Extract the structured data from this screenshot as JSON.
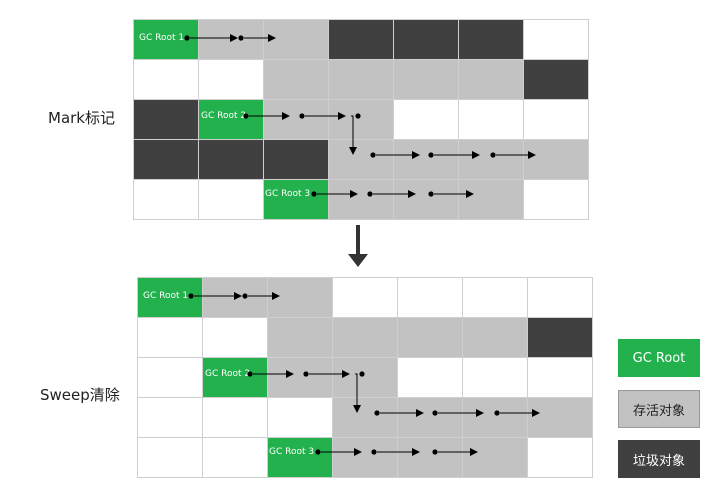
{
  "sections": {
    "mark_label": "Mark标记",
    "sweep_label": "Sweep清除"
  },
  "roots": {
    "root1": "GC Root 1",
    "root2": "GC Root 2",
    "root3": "GC Root 3"
  },
  "legend": {
    "gc_root": "GC Root",
    "live": "存活对象",
    "garbage": "垃圾对象"
  },
  "colors": {
    "gc_root": "#23b14d",
    "live": "#c2c2c2",
    "garbage": "#404040",
    "free": "#ffffff"
  },
  "mark_grid": [
    [
      "g",
      "l",
      "l",
      "d",
      "d",
      "d",
      "w"
    ],
    [
      "w",
      "w",
      "l",
      "l",
      "l",
      "l",
      "d"
    ],
    [
      "d",
      "g",
      "l",
      "l",
      "w",
      "w",
      "w"
    ],
    [
      "d",
      "d",
      "d",
      "l",
      "l",
      "l",
      "l"
    ],
    [
      "w",
      "w",
      "g",
      "l",
      "l",
      "l",
      "w"
    ]
  ],
  "sweep_grid": [
    [
      "g",
      "l",
      "l",
      "w",
      "w",
      "w",
      "w"
    ],
    [
      "w",
      "w",
      "l",
      "l",
      "l",
      "l",
      "d"
    ],
    [
      "w",
      "g",
      "l",
      "l",
      "w",
      "w",
      "w"
    ],
    [
      "w",
      "w",
      "w",
      "l",
      "l",
      "l",
      "l"
    ],
    [
      "w",
      "w",
      "g",
      "l",
      "l",
      "l",
      "w"
    ]
  ]
}
